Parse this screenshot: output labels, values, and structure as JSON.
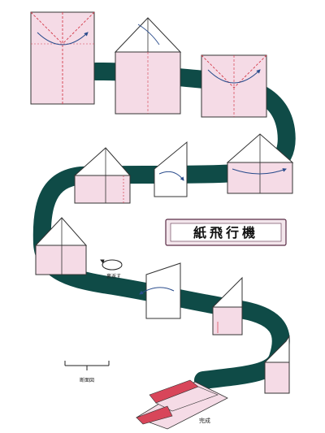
{
  "title": "紙飛行機",
  "labels": {
    "flip": "裏返す",
    "cross_section": "断面図",
    "complete": "完成"
  },
  "colors": {
    "paper": "#f5dbe6",
    "paper_dark": "#e9b9cc",
    "path": "#0f4b47",
    "plane_red": "#d8465a",
    "fold_line": "#d43c4c",
    "title_box": "#f3e6ec",
    "title_border": "#5a2c46"
  }
}
